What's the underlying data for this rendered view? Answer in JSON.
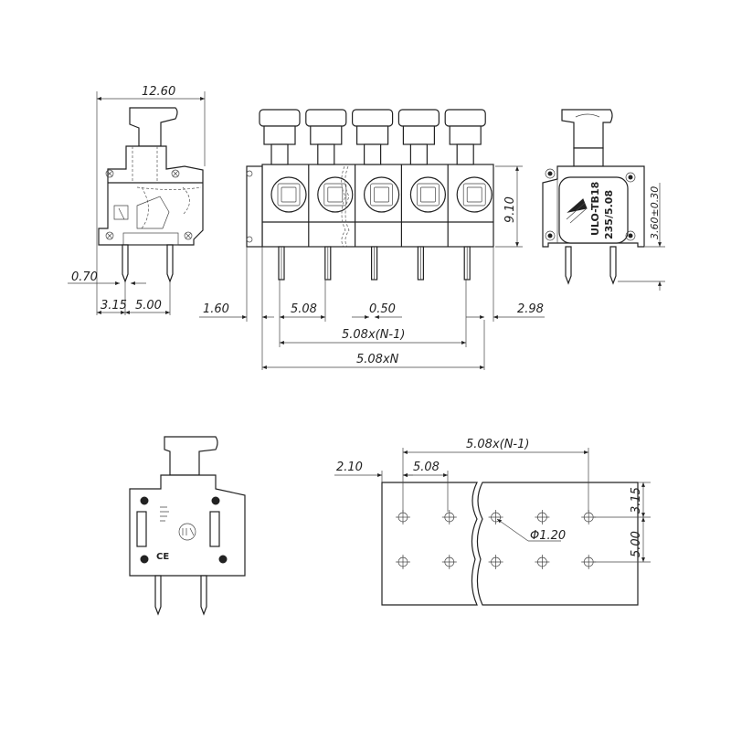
{
  "dimensions": {
    "side_width": "12.60",
    "pin_offset": "0.70",
    "row_offset": "3.15",
    "row_pitch": "5.00",
    "left_margin": "1.60",
    "pitch": "5.08",
    "pin_size": "0.50",
    "right_margin": "2.98",
    "span_n_minus_1": "5.08x(N-1)",
    "span_n": "5.08xN",
    "height": "9.10",
    "pin_height": "3.60±0.30",
    "pcb_edge": "2.10",
    "pcb_pitch": "5.08",
    "pcb_span": "5.08x(N-1)",
    "hole_diameter": "Φ1.20",
    "pcb_row_offset": "3.15",
    "pcb_row_pitch": "5.00"
  },
  "markings": {
    "series": "ULO-TB18",
    "rating": "235/5.08"
  },
  "drawing": {
    "positions_shown": 5,
    "pcb_holes_per_row": 5,
    "pcb_rows": 2
  }
}
